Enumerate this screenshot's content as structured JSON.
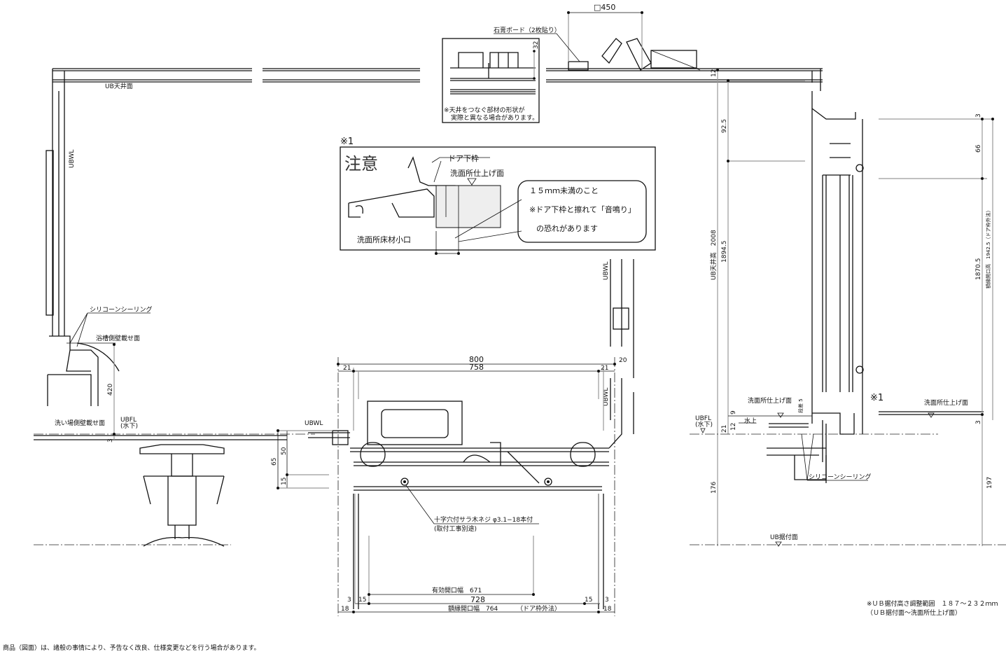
{
  "top_detail": {
    "plan_size": "□450",
    "gypsum_label": "石膏ボード（2枚貼り）",
    "dim_32": "32",
    "note_line1": "※天井をつなぐ部材の形状が",
    "note_line2": "実際と異なる場合があります。"
  },
  "left_section": {
    "ub_ceiling": "UB天井面",
    "ubwl": "UBWL",
    "silicone": "シリコーンシーリング",
    "tub_wall": "浴槽側壁載せ面",
    "dim_420": "420",
    "ubfl": "UBFL",
    "ubfl_sub": "(水下)",
    "wash_wall": "洗い場側壁載せ面",
    "dim_3": "3"
  },
  "caution": {
    "ref": "※1",
    "title": "注意",
    "door_sill": "ドア下枠",
    "wash_finish": "洗面所仕上げ面",
    "floor_edge": "洗面所床材小口",
    "bubble_line1": "１５ｍｍ未満のこと",
    "bubble_line2": "※ドア下枠と擦れて「音鳴り」",
    "bubble_line3": "の恐れがあります"
  },
  "plan": {
    "ubwl_top": "UBWL",
    "ubwl_mid": "UBWL",
    "ubwl_left": "UBWL",
    "dim_800": "800",
    "dim_758": "758",
    "dim_21_left": "21",
    "dim_21_right": "21",
    "dim_20": "20",
    "dim_65": "65",
    "dim_50": "50",
    "dim_15": "15",
    "screw": "十字穴付サラ木ネジ φ3.1−18本付",
    "screw_sub": "(取付工事別途)",
    "effective_width": "有効開口幅　671",
    "dim_728": "728",
    "frame_width": "額縁開口幅　764",
    "frame_note": "（ドア枠外法）",
    "dim_3_left": "3",
    "dim_15_left": "15",
    "dim_15_right": "15",
    "dim_3_right": "3",
    "dim_18_left": "18",
    "dim_18_right": "18"
  },
  "right_section": {
    "dim_12_top": "12",
    "dim_92_5": "92.5",
    "ub_ceiling_height": "UB天井高　2008",
    "dim_1894_5": "1894.5",
    "dim_3_top": "3",
    "dim_66": "66",
    "dim_1870_5": "1870.5",
    "frame_height": "額縁開口高　1942.5（ドア枠外法）",
    "wash_finish_left": "洗面所仕上げ面",
    "step": "段差 5",
    "ref": "※1",
    "wash_finish_right": "洗面所仕上げ面",
    "ubfl": "UBFL",
    "ubfl_sub": "(水下)",
    "dim_21": "21",
    "dim_9": "9",
    "dim_12": "12",
    "water_high": "水上",
    "dim_3_bottom": "3",
    "silicone": "シリコーンシーリング",
    "dim_176": "176",
    "dim_197": "197",
    "ub_install": "UB据付面"
  },
  "notes": {
    "range": "※ＵＢ据付高さ調整範囲　１８７～２３２ｍｍ",
    "range_sub": "（ＵＢ据付面～洗面所仕上げ面）",
    "footer": "商品（図面）は、諸般の事情により、予告なく改良、仕様変更などを行う場合があります。"
  }
}
